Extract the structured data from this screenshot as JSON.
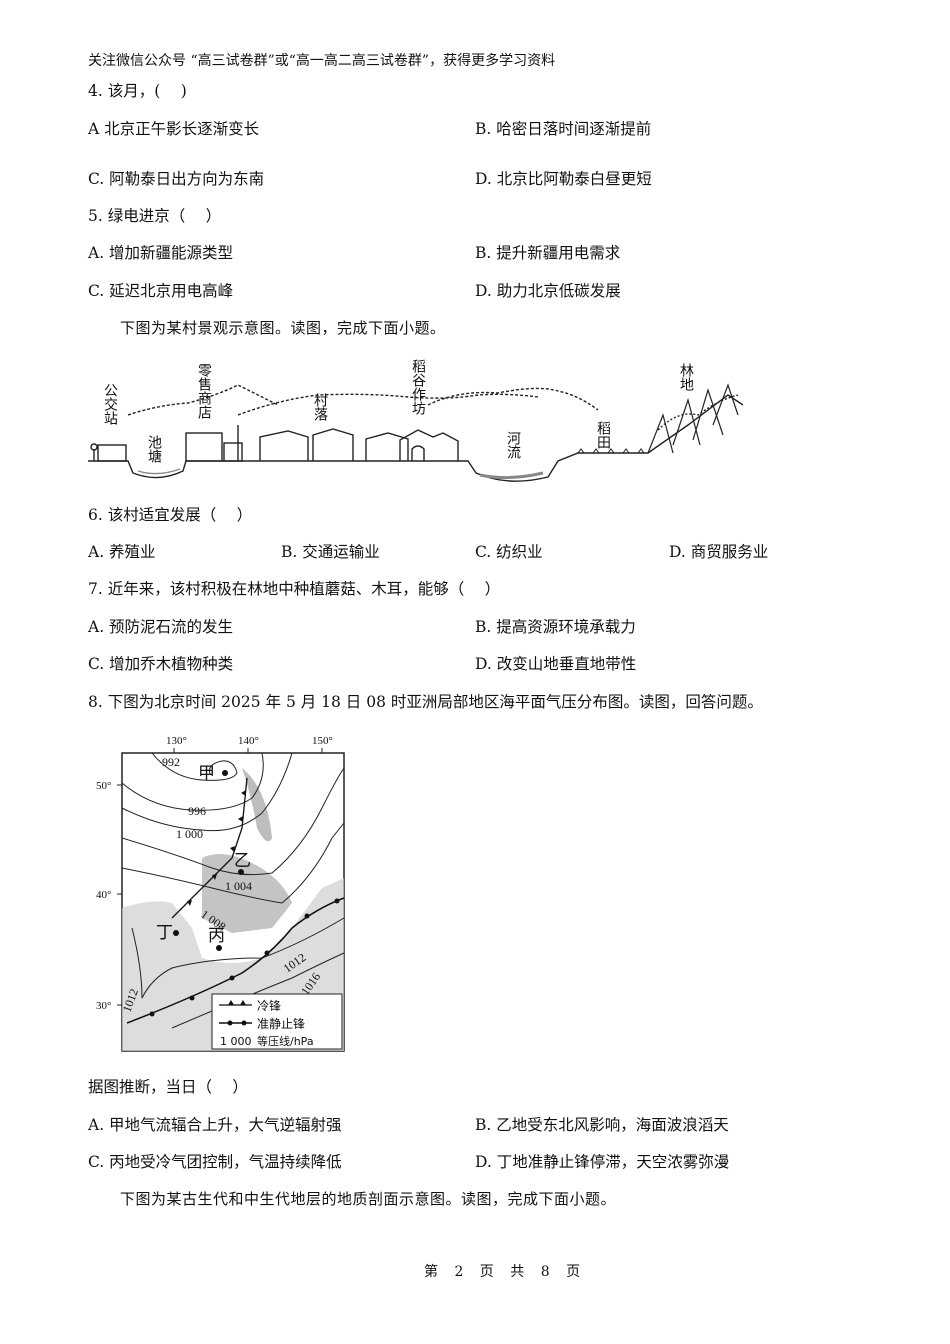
{
  "header": {
    "notice": "关注微信公众号 “高三试卷群”或“高一高二高三试卷群”，获得更多学习资料"
  },
  "questions": [
    {
      "number": "4",
      "stem": "4. 该月，(　 )",
      "options": [
        {
          "key": "A",
          "text": "A  北京正午影长逐渐变长"
        },
        {
          "key": "B",
          "text": "B. 哈密日落时间逐渐提前"
        },
        {
          "key": "C",
          "text": "C. 阿勒泰日出方向为东南"
        },
        {
          "key": "D",
          "text": "D. 北京比阿勒泰白昼更短"
        }
      ]
    },
    {
      "number": "5",
      "stem": "5. 绿电进京（　 ）",
      "options": [
        {
          "key": "A",
          "text": "A. 增加新疆能源类型"
        },
        {
          "key": "B",
          "text": "B. 提升新疆用电需求"
        },
        {
          "key": "C",
          "text": "C. 延迟北京用电高峰"
        },
        {
          "key": "D",
          "text": "D. 助力北京低碳发展"
        }
      ]
    },
    {
      "number": "6",
      "stem": "6. 该村适宜发展（　 ）",
      "options": [
        {
          "key": "A",
          "text": "A. 养殖业"
        },
        {
          "key": "B",
          "text": "B. 交通运输业"
        },
        {
          "key": "C",
          "text": "C. 纺织业"
        },
        {
          "key": "D",
          "text": "D. 商贸服务业"
        }
      ]
    },
    {
      "number": "7",
      "stem": "7. 近年来，该村积极在林地中种植蘑菇、木耳，能够（　 ）",
      "options": [
        {
          "key": "A",
          "text": "A. 预防泥石流的发生"
        },
        {
          "key": "B",
          "text": "B. 提高资源环境承载力"
        },
        {
          "key": "C",
          "text": "C. 增加乔木植物种类"
        },
        {
          "key": "D",
          "text": "D. 改变山地垂直地带性"
        }
      ]
    },
    {
      "number": "8",
      "stem": "8. 下图为北京时间 2025 年 5 月 18 日 08 时亚洲局部地区海平面气压分布图。读图，回答问题。",
      "sub_stem": "据图推断，当日（　 ）",
      "options": [
        {
          "key": "A",
          "text": "A. 甲地气流辐合上升，大气逆辐射强"
        },
        {
          "key": "B",
          "text": "B. 乙地受东北风影响，海面波浪滔天"
        },
        {
          "key": "C",
          "text": "C. 丙地受冷气团控制，气温持续降低"
        },
        {
          "key": "D",
          "text": "D. 丁地准静止锋停滞，天空浓雾弥漫"
        }
      ]
    }
  ],
  "intros": {
    "village": "下图为某村景观示意图。读图，完成下面小题。",
    "geology": "下图为某古生代和中生代地层的地质剖面示意图。读图，完成下面小题。"
  },
  "village_figure": {
    "labels": {
      "bus_stop": "公交站",
      "pond": "池塘",
      "shop": "零售商店",
      "village": "村落",
      "rice_mill": "稻谷作坊",
      "river": "河流",
      "paddy": "稻田",
      "forest": "林地"
    }
  },
  "pressure_map": {
    "longitudes": [
      "130°",
      "140°",
      "150°"
    ],
    "latitudes": [
      "50°",
      "40°",
      "30°"
    ],
    "isobars": [
      "992",
      "996",
      "1 000",
      "1 004",
      "1 008",
      "1012",
      "1012",
      "1016"
    ],
    "points": {
      "jia": "甲",
      "yi": "乙",
      "bing": "丙",
      "ding": "丁"
    },
    "legend": {
      "cold_front": "冷锋",
      "stationary_front": "准静止锋",
      "isobar_sample": "1 000",
      "isobar": "等压线/hPa"
    }
  },
  "footer": {
    "page": "第 2 页 共 8 页"
  }
}
